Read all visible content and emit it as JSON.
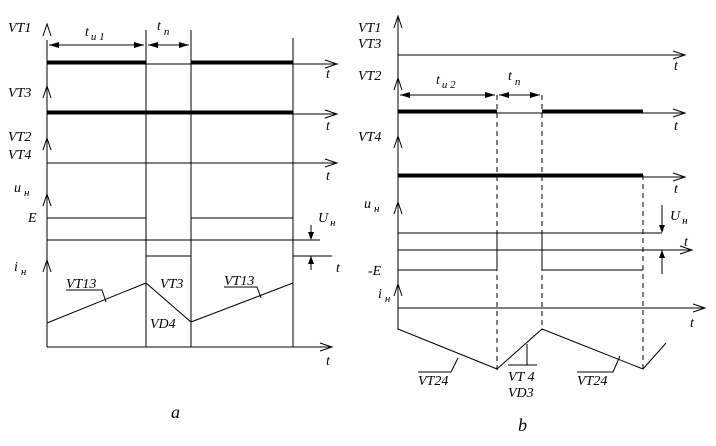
{
  "panel_a": {
    "labels": {
      "vt1": "VT1",
      "vt3": "VT3",
      "vt2": "VT2",
      "vt4": "VT4",
      "u_main": "u",
      "u_sub": "н",
      "i_main": "i",
      "i_sub": "н",
      "e": "E",
      "un_main": "U",
      "un_sub": "н",
      "tu1_main": "t",
      "tu1_sub": "и 1",
      "tn_main": "t",
      "tn_sub": "п",
      "vt13_left": "VT13",
      "vt3_mid": "VT3",
      "vd4": "VD4",
      "vt13_right": "VT13"
    },
    "axis_t": "t",
    "caption": "a"
  },
  "panel_b": {
    "labels": {
      "vt1": "VT1",
      "vt3": "VT3",
      "vt2": "VT2",
      "vt4": "VT4",
      "u_main": "u",
      "u_sub": "н",
      "i_main": "i",
      "i_sub": "н",
      "neg_e": "-E",
      "un_main": "U",
      "un_sub": "н",
      "tu2_main": "t",
      "tu2_sub": "и 2",
      "tn_main": "t",
      "tn_sub": "п",
      "vt24_left": "VT24",
      "vt4_mid": "VT 4",
      "vd3": "VD3",
      "vt24_right": "VT24"
    },
    "axis_t": "t",
    "caption": "b"
  }
}
